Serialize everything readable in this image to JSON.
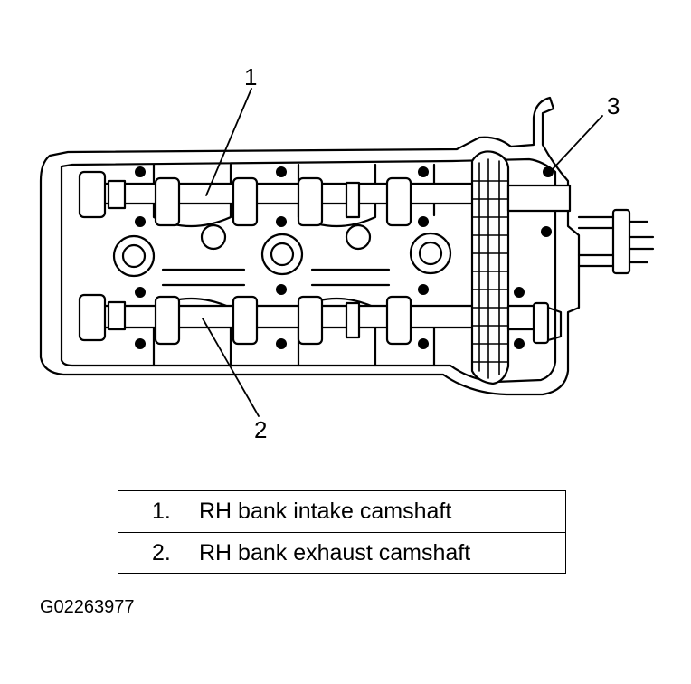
{
  "callouts": {
    "c1": "1",
    "c2": "2",
    "c3": "3"
  },
  "legend": {
    "rows": [
      {
        "number": "1.",
        "text": "RH bank intake camshaft"
      },
      {
        "number": "2.",
        "text": "RH bank exhaust camshaft"
      }
    ]
  },
  "figure_id": "G02263977"
}
